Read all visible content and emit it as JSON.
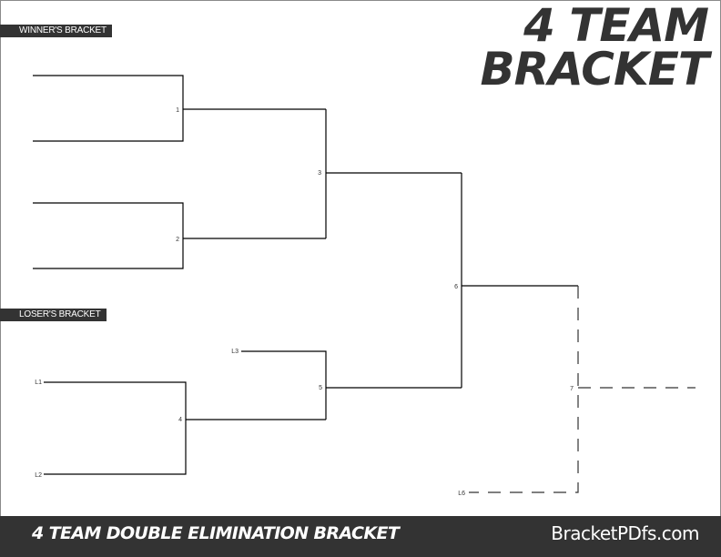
{
  "title": {
    "line1": "4 TEAM",
    "line2": "BRACKET"
  },
  "sections": {
    "winners": "WINNER'S BRACKET",
    "losers": "LOSER'S BRACKET"
  },
  "matches": {
    "m1": "1",
    "m2": "2",
    "m3": "3",
    "m4": "4",
    "m5": "5",
    "m6": "6",
    "m7": "7"
  },
  "loser_slots": {
    "l1": "L1",
    "l2": "L2",
    "l3": "L3",
    "l6": "L6"
  },
  "footer": {
    "left": "4 TEAM DOUBLE ELIMINATION BRACKET",
    "right": "BracketPDfs.com"
  },
  "colors": {
    "dark": "#333333",
    "line": "#000000",
    "dashed": "#333333"
  }
}
